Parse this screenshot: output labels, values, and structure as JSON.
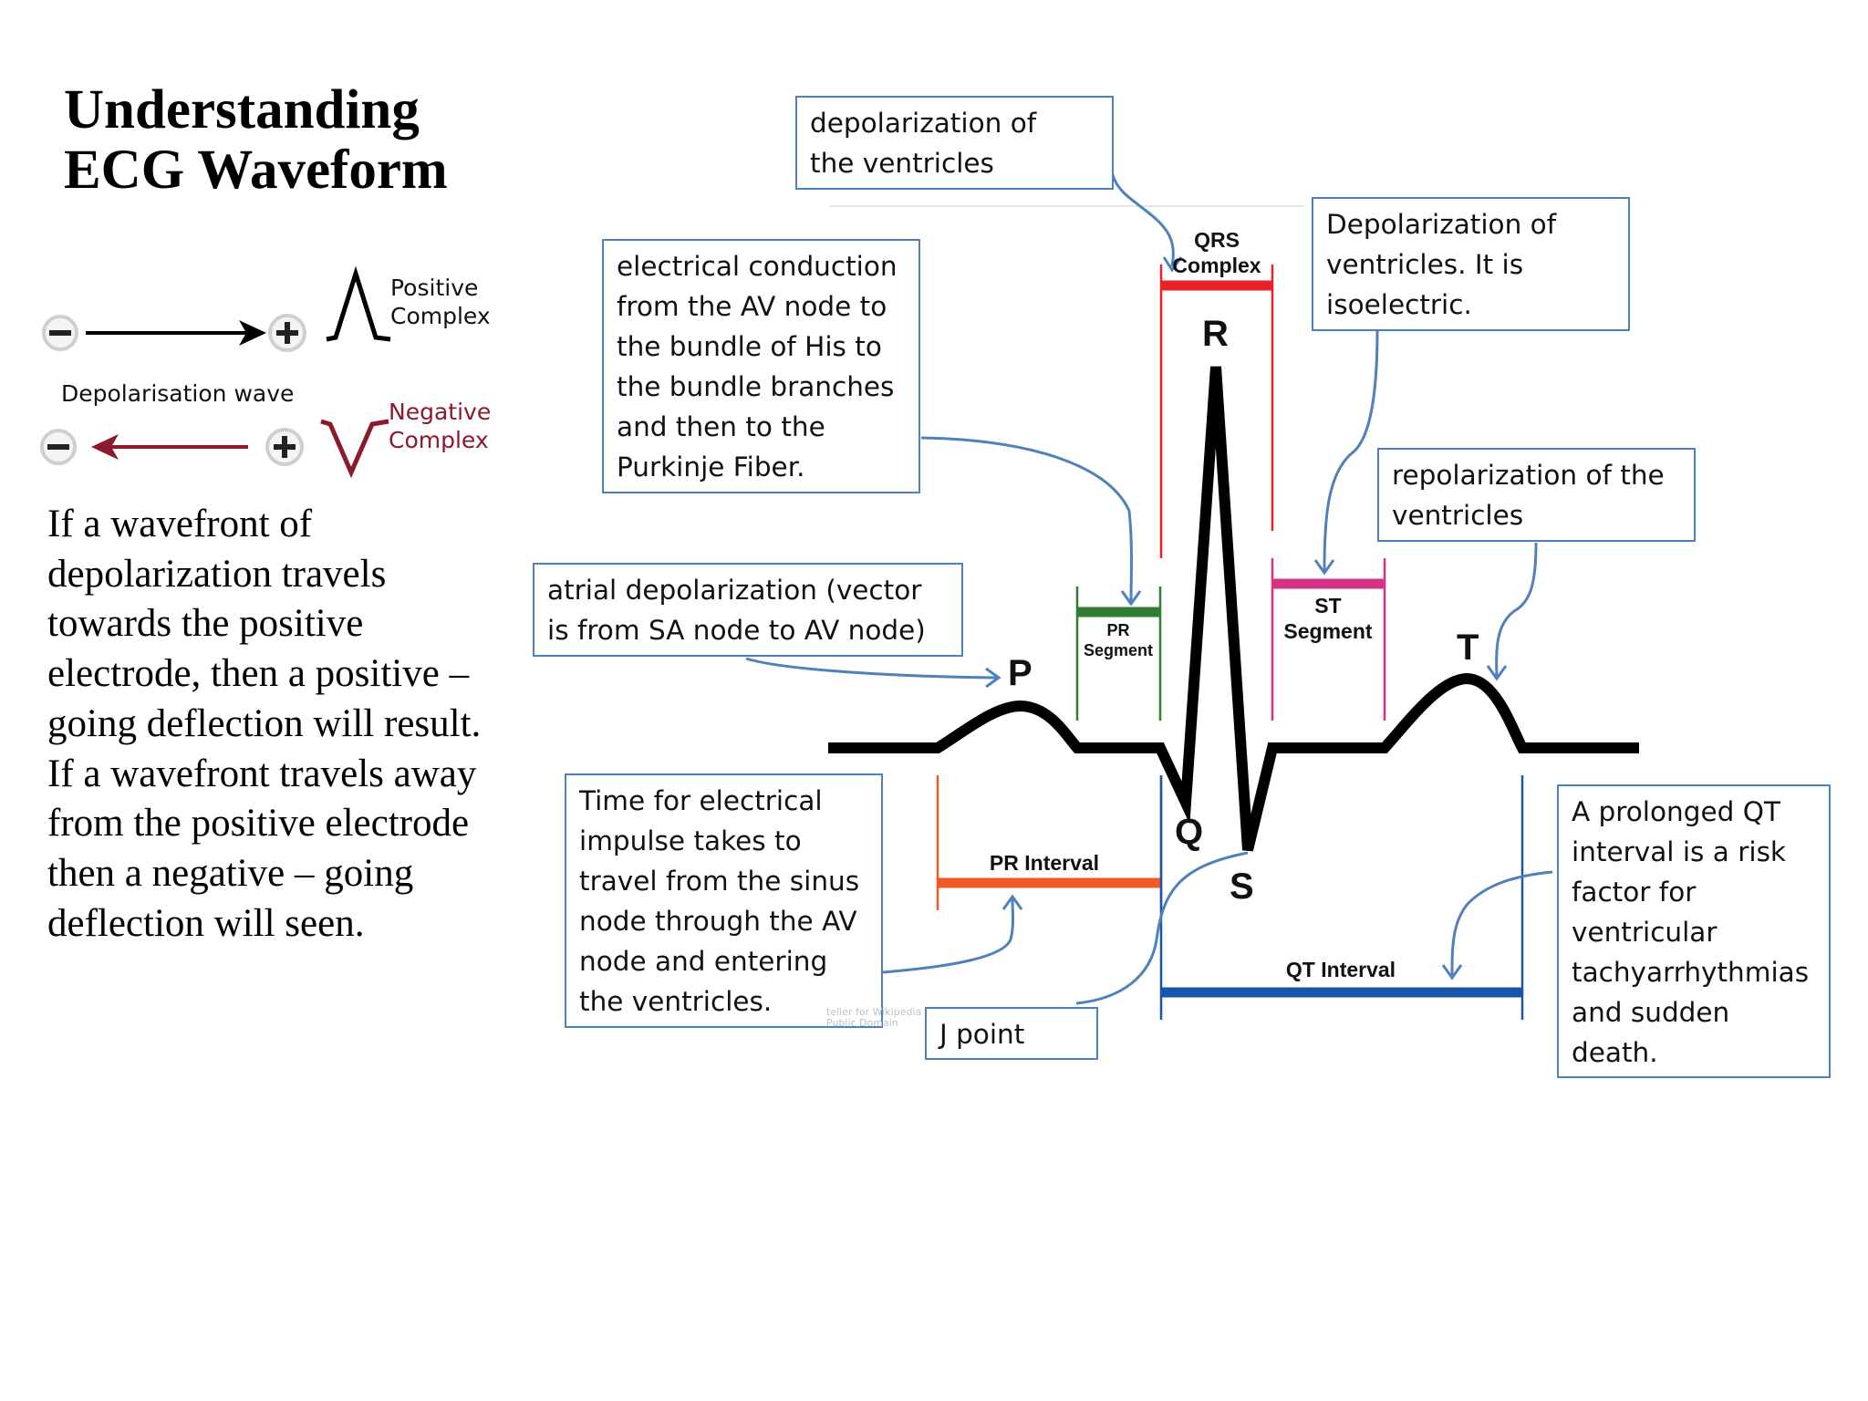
{
  "title": {
    "line1": "Understanding",
    "line2": "ECG Waveform"
  },
  "legend": {
    "positive_complex": "Positive\nComplex",
    "negative_complex": "Negative\nComplex",
    "depolarisation_wave": "Depolarisation wave",
    "colors": {
      "positive_arrow": "#000000",
      "negative_arrow": "#8b1a2b",
      "negative_text": "#8b1a2b"
    }
  },
  "explanation": "If a wavefront of depolarization travels towards  the positive electrode,  then a positive – going deflection will result. If a wavefront travels away from the positive electrode then a negative – going deflection will seen.",
  "waves": {
    "P": "P",
    "Q": "Q",
    "R": "R",
    "S": "S",
    "T": "T"
  },
  "segments": {
    "qrs": "QRS\nComplex",
    "pr_segment": "PR\nSegment",
    "st_segment": "ST\nSegment",
    "pr_interval": "PR Interval",
    "qt_interval": "QT Interval"
  },
  "callouts": {
    "ventricle_depol": "depolarization of\nthe ventricles",
    "conduction": "electrical conduction\nfrom the AV node to\nthe bundle of His to\nthe bundle branches\nand then to the\nPurkinje Fiber.",
    "st_iso": "Depolarization of\nventricles. It is\nisoelectric.",
    "repol": "repolarization of the\nventricles",
    "atrial": "atrial depolarization (vector\nis from SA node to AV node)",
    "pr_time": "Time for electrical\nimpulse takes to\ntravel from the sinus\nnode through the AV\nnode and entering\nthe ventricles.",
    "j_point": "J point",
    "qt_risk": "A prolonged QT\ninterval is a risk\nfactor for\nventricular\ntachyarrhythmias\nand sudden\ndeath."
  },
  "credit": "teller for Wikipedia\nPublic Domain",
  "colors": {
    "qrs": "#e8212b",
    "pr_segment": "#2e7d32",
    "st_segment": "#d63384",
    "pr_interval": "#f15a24",
    "qt_interval": "#1a56a8",
    "callout_border": "#4f81bd",
    "leader_arrow": "#4f81bd"
  }
}
